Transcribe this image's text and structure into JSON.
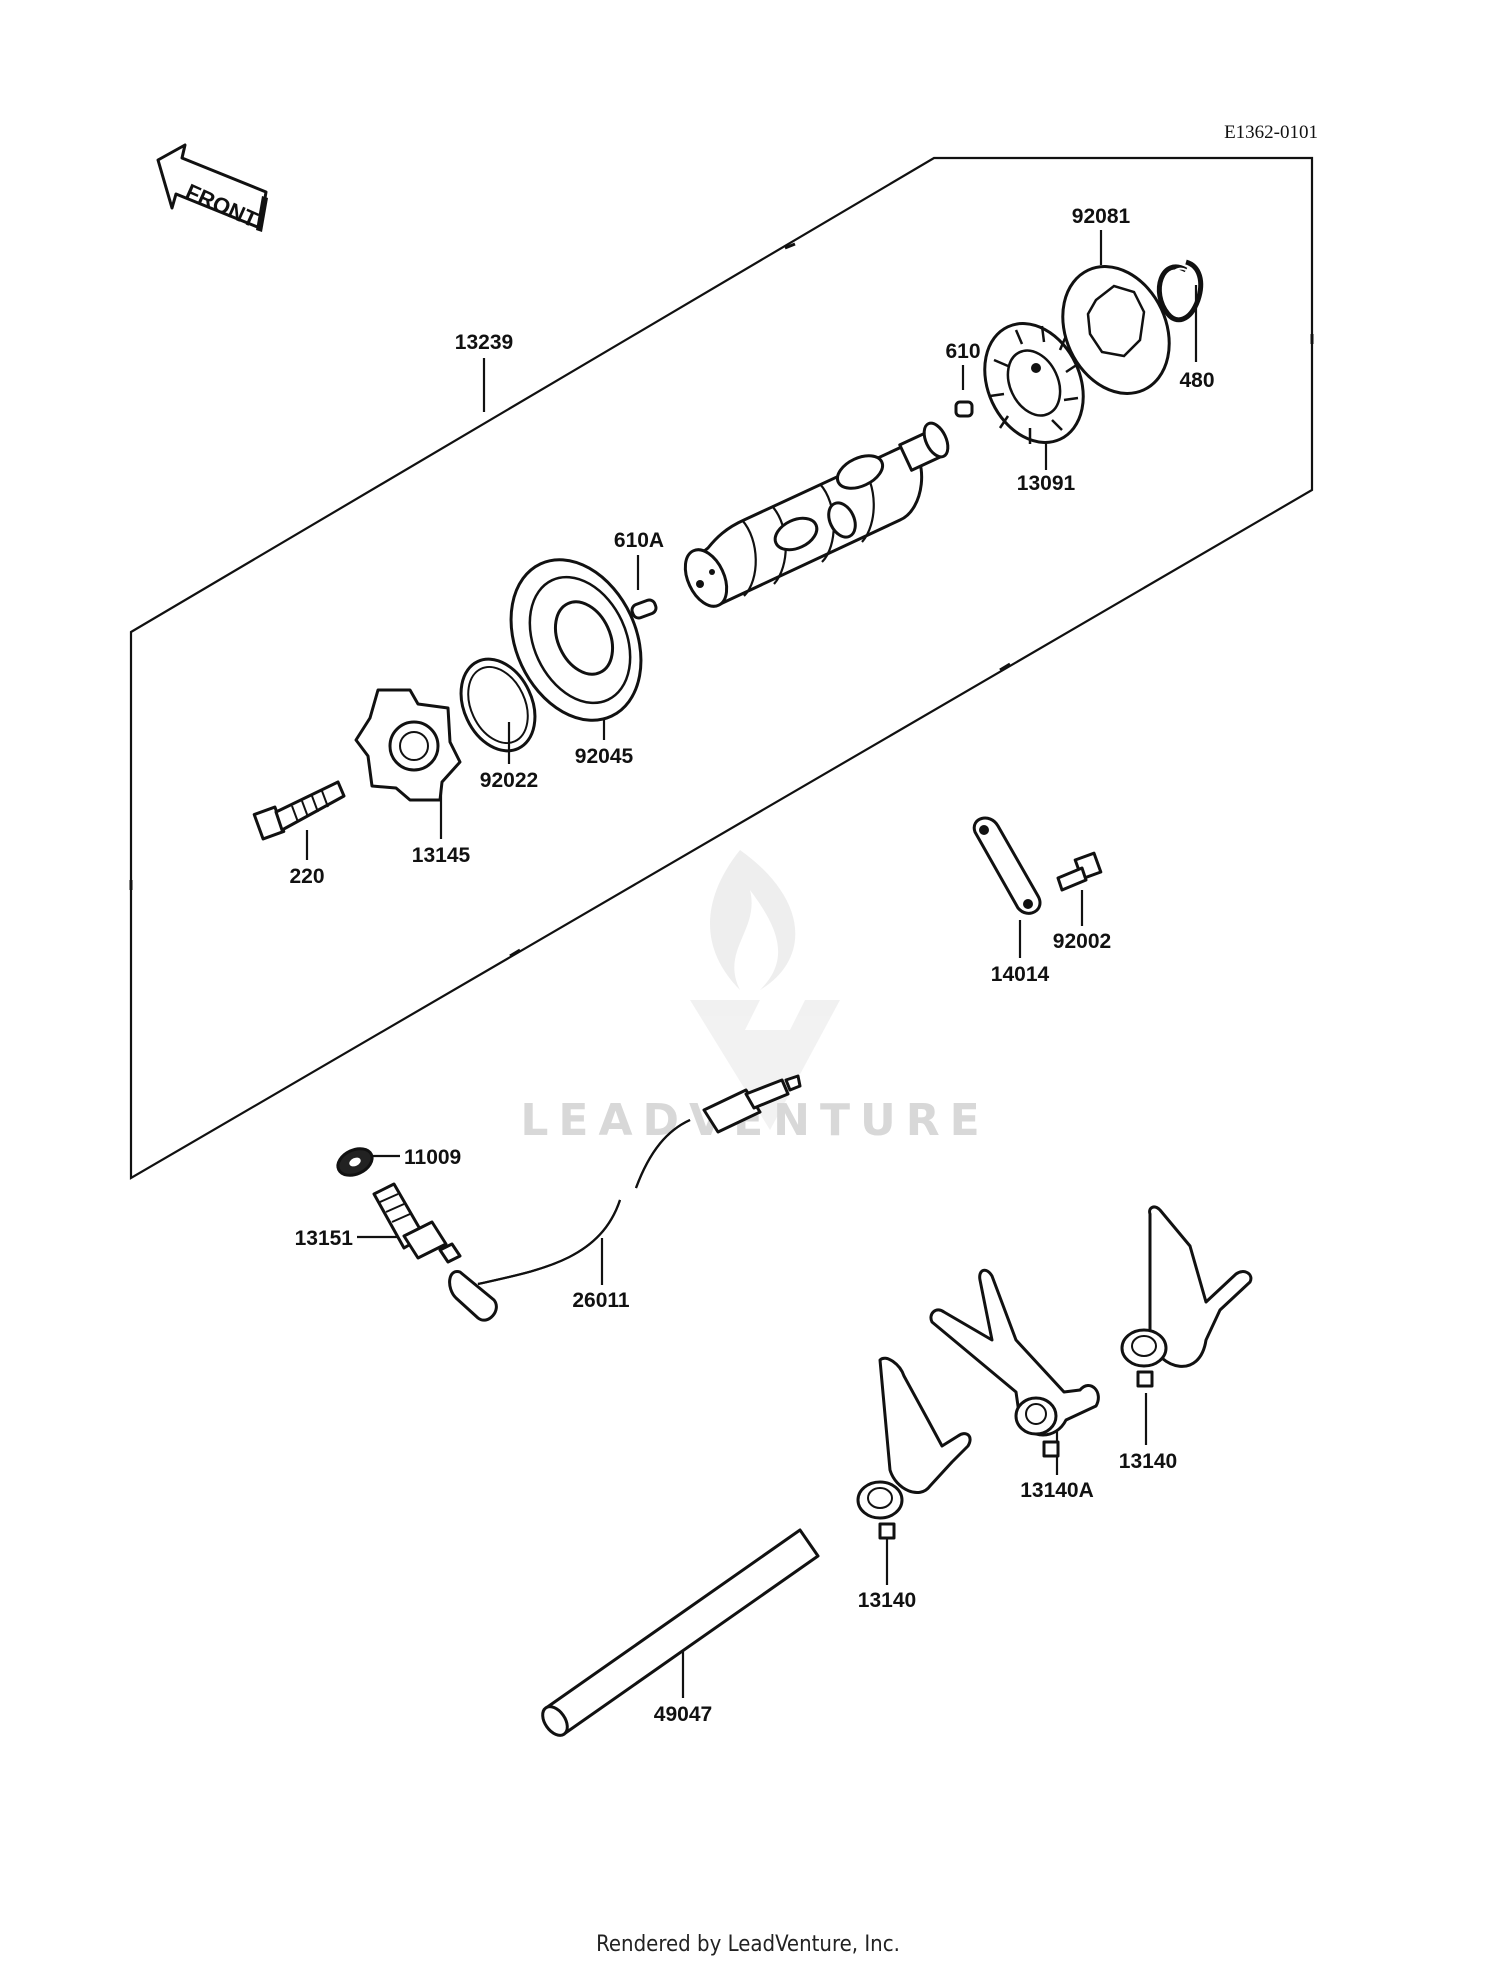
{
  "diagram": {
    "ref_code": "E1362-0101",
    "direction_arrow": "FRONT",
    "watermark": "LEADVENTURE",
    "footer": "Rendered by LeadVenture, Inc.",
    "callouts": {
      "c13239": "13239",
      "c92081": "92081",
      "c480": "480",
      "c610": "610",
      "c13091": "13091",
      "c610A": "610A",
      "c92045": "92045",
      "c92022": "92022",
      "c13145": "13145",
      "c220": "220",
      "c14014": "14014",
      "c92002": "92002",
      "c11009": "11009",
      "c13151": "13151",
      "c26011": "26011",
      "c13140a": "13140",
      "c13140A": "13140A",
      "c13140b": "13140",
      "c49047": "49047"
    }
  }
}
